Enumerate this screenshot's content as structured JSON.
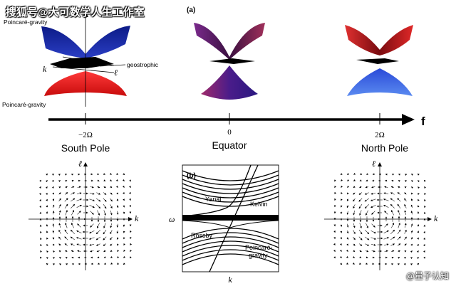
{
  "watermark_top": "搜狐号@大可数学人生工作室",
  "watermark_bottom": "@量子认知",
  "panel_a_label": "(a)",
  "panel_b_label": "(b)",
  "cone_labels": {
    "poincare_gravity_upper": "Poincaré-gravity",
    "poincare_gravity_lower": "Poincaré-gravity",
    "geostrophic": "geostrophic",
    "k": "k",
    "ell": "ℓ"
  },
  "axis": {
    "label": "f",
    "ticks": [
      {
        "value": "−2Ω",
        "name": "South Pole"
      },
      {
        "value": "0",
        "name": "Equator"
      },
      {
        "value": "2Ω",
        "name": "North Pole"
      }
    ]
  },
  "vector_fields": {
    "x_label": "k",
    "y_label": "ℓ"
  },
  "panel_b": {
    "y_label": "ω",
    "x_label": "k",
    "labels": {
      "yanai": "Yanai",
      "kelvin": "Kelvin",
      "rossby": "Rossby",
      "poincare": "Poincaré-",
      "gravity": "gravity"
    }
  },
  "colors": {
    "south_upper": "#1b2aa0",
    "south_lower": "#e01818",
    "equator_upper": "#6a2a7a",
    "equator_lower": "#5a1f7e",
    "north_upper": "#b0181c",
    "north_lower": "#1e50c8"
  }
}
